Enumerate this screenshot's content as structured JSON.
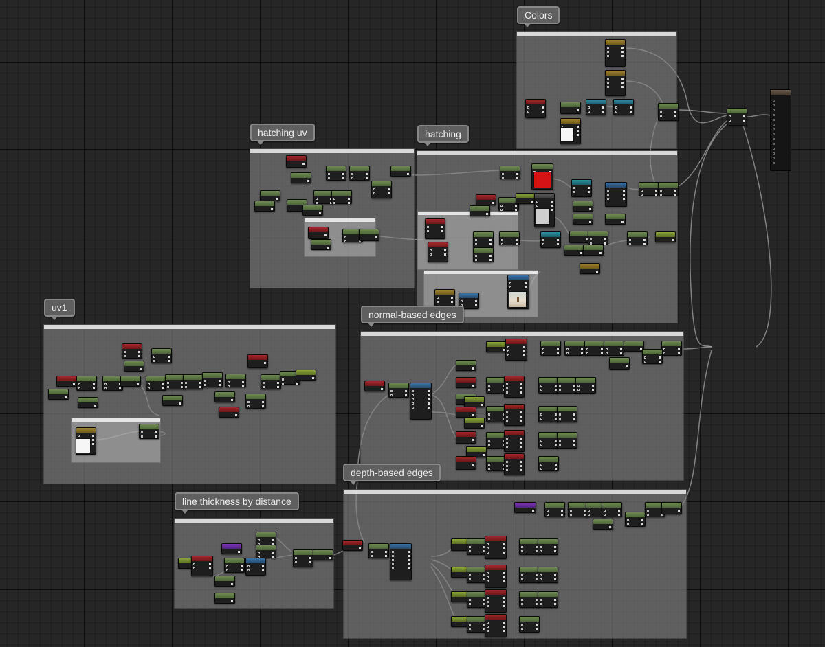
{
  "comments": [
    {
      "id": "colors",
      "label": "Colors"
    },
    {
      "id": "hatching_uv",
      "label": "hatching uv"
    },
    {
      "id": "hatching",
      "label": "hatching"
    },
    {
      "id": "uv1",
      "label": "uv1"
    },
    {
      "id": "normal_edges",
      "label": "normal-based edges"
    },
    {
      "id": "depth_edges",
      "label": "depth-based edges"
    },
    {
      "id": "line_thickness",
      "label": "line thickness by distance"
    }
  ],
  "colors": {
    "canvas_bg": "#262626",
    "comment_box": "#828282",
    "bubble_bg": "#5f5f5f",
    "node_green": "#6f8a52",
    "node_red": "#a3282c",
    "node_gold": "#a2822e",
    "node_teal": "#2c8fa0",
    "node_blue": "#3b74a6",
    "node_purple": "#7d35b8",
    "wire": "#cfcfcf"
  },
  "icons": {
    "node_output_pin": "node-output-pin-icon",
    "node_input_pin": "node-input-pin-icon",
    "comment_pointer": "comment-pointer-icon"
  }
}
